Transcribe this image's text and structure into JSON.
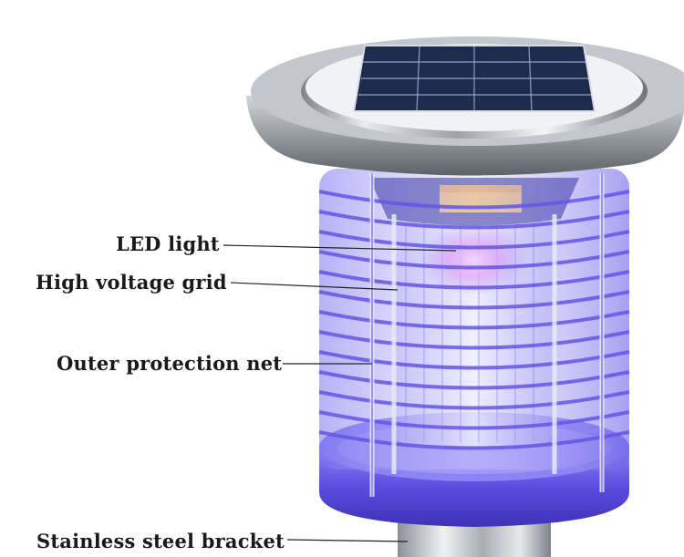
{
  "labels": {
    "led_light": "LED light",
    "high_voltage_grid": "High voltage grid",
    "outer_protection_net": "Outer protection net",
    "stainless_steel_bracket": "Stainless steel bracket"
  },
  "colors": {
    "background": "#ffffff",
    "label_text": "#1a1a1a",
    "leader_line": "#222222",
    "steel": "#b9bcc2",
    "solar_cell": "#1f2b4d",
    "uv_purple": "#6a5cf0",
    "uv_glow": "#e38cf5",
    "bulb_amber": "#f3c37a"
  },
  "icons": {
    "solar_panel": "solar-panel-icon",
    "uv_lamp": "uv-lamp-icon"
  }
}
